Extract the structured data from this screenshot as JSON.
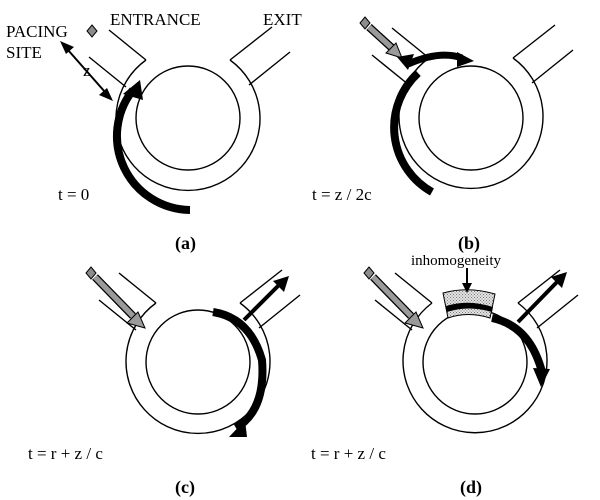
{
  "labels": {
    "pacing_site_line1": "PACING",
    "pacing_site_line2": "SITE",
    "entrance": "ENTRANCE",
    "exit": "EXIT",
    "z": "z",
    "inhomogeneity": "inhomogeneity"
  },
  "panels": {
    "a": {
      "caption": "(a)",
      "time": "t = 0"
    },
    "b": {
      "caption": "(b)",
      "time": "t = z / 2c"
    },
    "c": {
      "caption": "(c)",
      "time": "t = r + z / c"
    },
    "d": {
      "caption": "(d)",
      "time": "t = r + z / c"
    }
  },
  "colors": {
    "ink": "#000000",
    "paper": "#ffffff",
    "pacing_arrow": "#8c8c8c",
    "stimulus_dot": "#8c8c8c",
    "inhomogeneity": "#b8b8b8"
  }
}
